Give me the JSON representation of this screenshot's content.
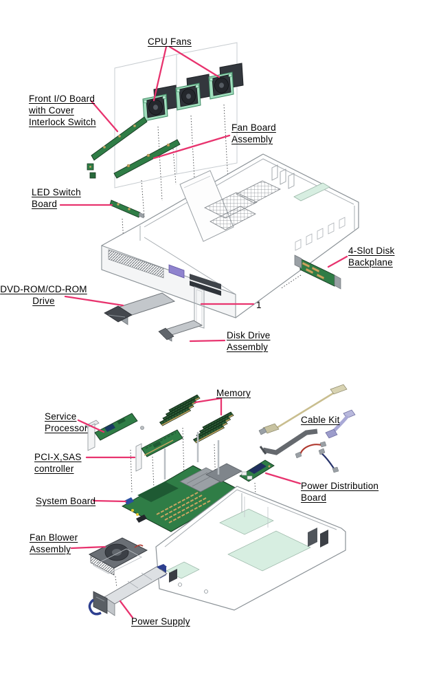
{
  "page": {
    "type": "exploded-parts-diagram",
    "background": "#ffffff"
  },
  "callouts": {
    "cpu_fans": {
      "text": "CPU Fans"
    },
    "front_io_board": {
      "line1": "Front I/O Board",
      "line2": "with Cover",
      "line3": "Interlock Switch"
    },
    "fan_board_assembly": {
      "line1": "Fan Board",
      "line2": "Assembly"
    },
    "led_switch_board": {
      "line1": "LED Switch",
      "line2": "Board"
    },
    "disk_backplane": {
      "line1": "4-Slot Disk",
      "line2": "Backplane"
    },
    "dvd_drive": {
      "line1": "DVD-ROM/CD-ROM",
      "line2": "Drive"
    },
    "item_ref": {
      "text": "1"
    },
    "disk_drive_assembly": {
      "line1": "Disk Drive",
      "line2": "Assembly"
    },
    "memory": {
      "text": "Memory"
    },
    "service_processor": {
      "line1": "Service",
      "line2": "Processor"
    },
    "pci_x_sas_controller": {
      "line1": "PCI-X,SAS",
      "line2": "controller"
    },
    "cable_kit": {
      "text": "Cable Kit"
    },
    "power_distribution_board": {
      "line1": "Power Distribution",
      "line2": "Board"
    },
    "system_board": {
      "text": "System Board"
    },
    "fan_blower_assembly": {
      "line1": "Fan Blower",
      "line2": "Assembly"
    },
    "power_supply": {
      "text": "Power Supply"
    }
  },
  "colors": {
    "callout_line": "#E8336E",
    "label_text": "#000000",
    "chassis_outline": "#8A9196",
    "pcb_green": "#2F7D46",
    "pcb_green_dark": "#1E5A33",
    "fan_bracket_mint": "#9FDDBC",
    "memory_green": "#1C4527",
    "connector_gold": "#C9A662",
    "mint_panel": "#D7EEE1",
    "lcd_purple": "#8F83CE",
    "drive_gray": "#C3C7CB",
    "handle_navy": "#2D3F8F",
    "cable_tan": "#C9BE8F",
    "cable_lavender": "#A9A9D6",
    "cable_red": "#B03A30",
    "cable_navy": "#27336B"
  }
}
